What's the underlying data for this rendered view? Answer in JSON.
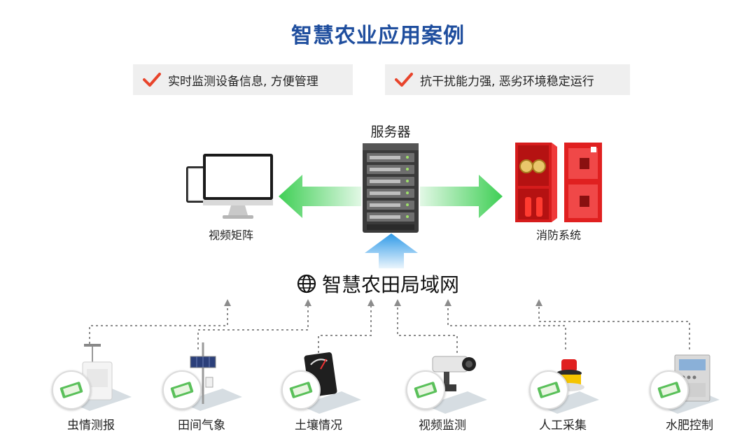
{
  "title": "智慧农业应用案例",
  "features": [
    {
      "icon": "check-icon",
      "text": "实时监测设备信息, 方便管理"
    },
    {
      "icon": "check-icon",
      "text": "抗干扰能力强, 恶劣环境稳定运行"
    }
  ],
  "server": {
    "label": "服务器",
    "icon": "server-rack-icon"
  },
  "video_wall": {
    "label": "视频矩阵",
    "icon": "monitor-icon"
  },
  "fire_system": {
    "label": "消防系统",
    "icon": "fire-cabinet-icon"
  },
  "lan": {
    "label": "智慧农田局域网",
    "icon": "globe-icon"
  },
  "devices": [
    {
      "label": "虫情测报",
      "icon": "insect-monitor-icon"
    },
    {
      "label": "田间气象",
      "icon": "weather-station-icon"
    },
    {
      "label": "土壤情况",
      "icon": "soil-meter-icon"
    },
    {
      "label": "视频监测",
      "icon": "camera-icon"
    },
    {
      "label": "人工采集",
      "icon": "alarm-light-icon"
    },
    {
      "label": "水肥控制",
      "icon": "control-cabinet-icon"
    }
  ],
  "colors": {
    "title": "#1f4e9e",
    "arrow_green": "#3fcf55",
    "arrow_blue": "#2f9ae8",
    "check": "#e8442b",
    "fire_red": "#e02020"
  }
}
